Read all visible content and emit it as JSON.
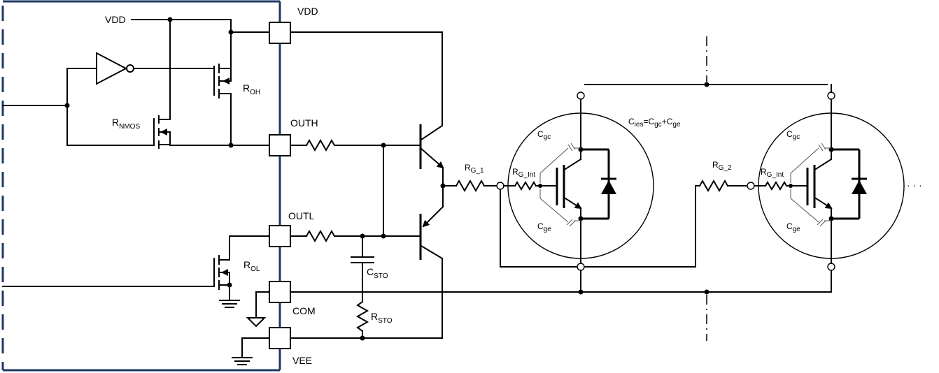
{
  "pins": {
    "vdd": "VDD",
    "outh": "OUTH",
    "outl": "OUTL",
    "com": "COM",
    "vee": "VEE"
  },
  "labels": {
    "vdd_supply": "VDD",
    "roh": {
      "main": "R",
      "sub": "OH"
    },
    "rnmos": {
      "main": "R",
      "sub": "NMOS"
    },
    "rol": {
      "main": "R",
      "sub": "OL"
    },
    "csto": {
      "main": "C",
      "sub": "STO"
    },
    "rsto": {
      "main": "R",
      "sub": "STO"
    },
    "rg1": {
      "main": "R",
      "sub": "G_1"
    },
    "rg2": {
      "main": "R",
      "sub": "G_2"
    },
    "rgint1": {
      "main": "R",
      "sub": "G_Int"
    },
    "rgint2": {
      "main": "R",
      "sub": "G_Int"
    },
    "cgc1": {
      "main": "C",
      "sub": "gc"
    },
    "cge1": {
      "main": "C",
      "sub": "ge"
    },
    "cgc2": {
      "main": "C",
      "sub": "gc"
    },
    "cge2": {
      "main": "C",
      "sub": "ge"
    },
    "cies": {
      "p1": "C",
      "s1": "ies",
      "p2": "=C",
      "s2": "gc",
      "p3": "+C",
      "s3": "ge"
    },
    "ellipsis": "· · ·"
  },
  "colors": {
    "driver_border": "#1f3864",
    "wire": "#000000"
  }
}
